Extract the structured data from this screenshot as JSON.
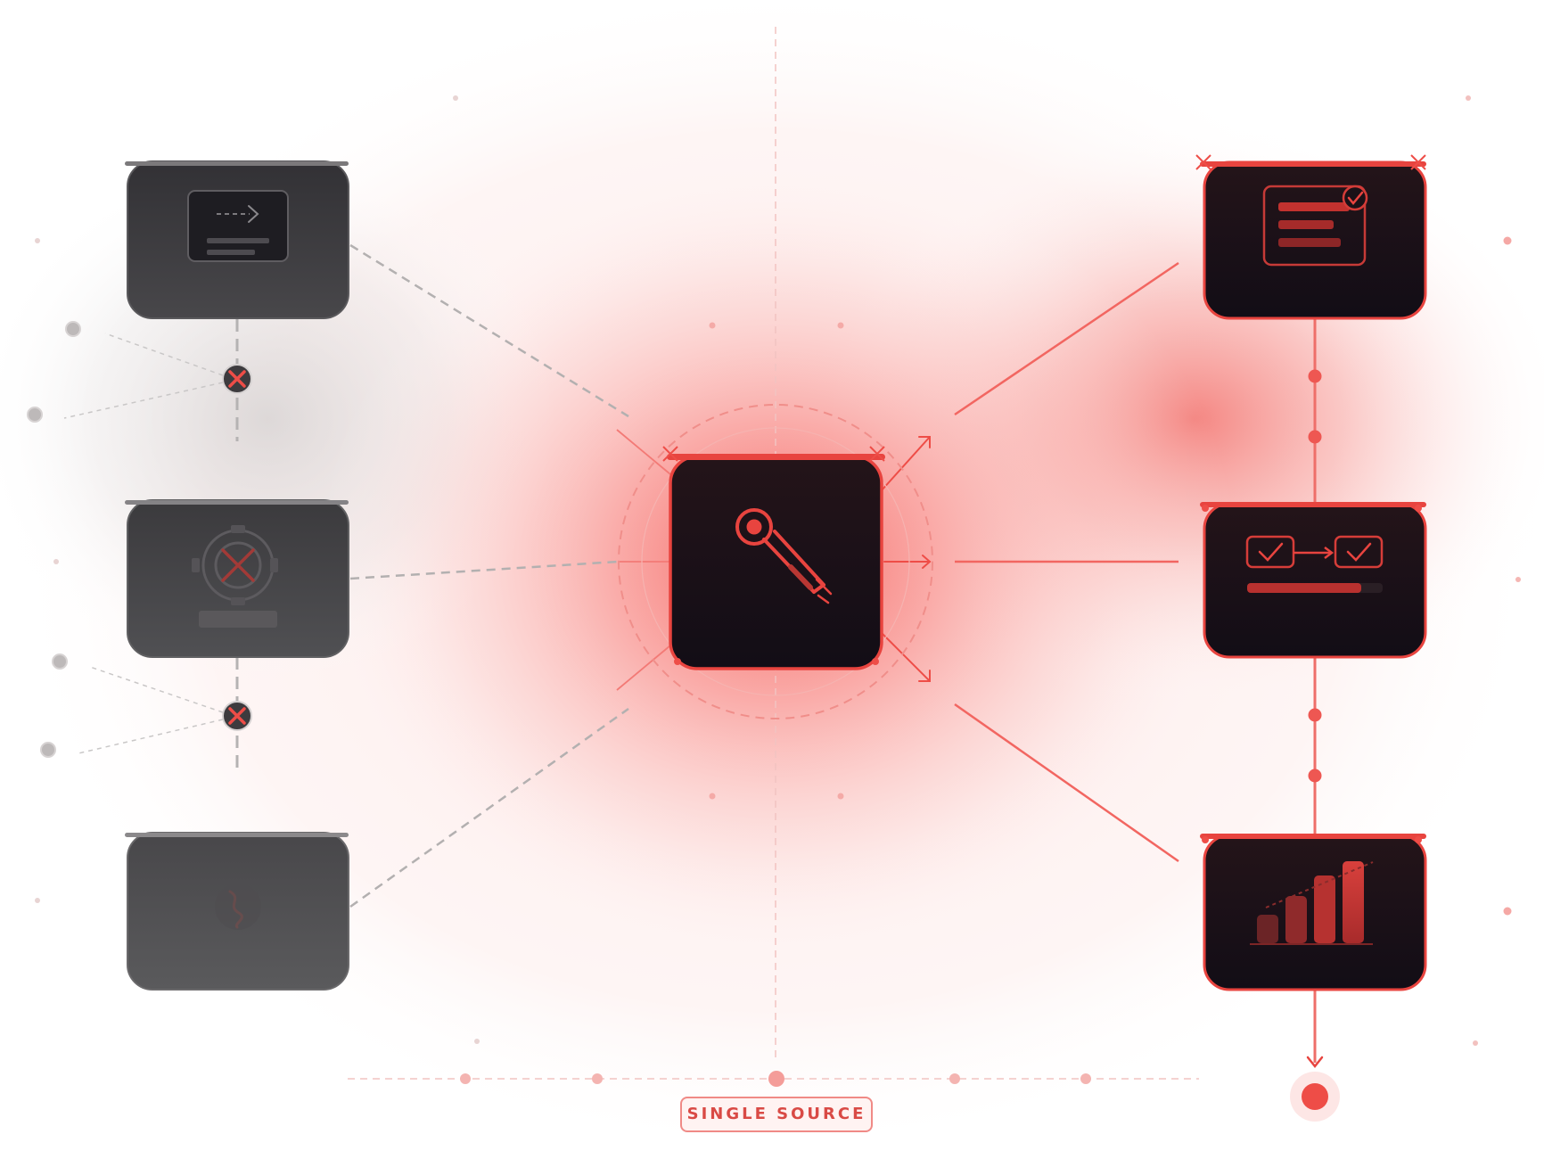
{
  "diagram": {
    "label": "SINGLE SOURCE",
    "colors": {
      "accent": "#e8443f",
      "accent_light": "#f08a86",
      "node_dark": "#17111a",
      "node_gray": "#3c3b3e",
      "gray_line": "#b9b9b9"
    },
    "legacy_nodes": [
      {
        "name": "legacy-node-terminal",
        "icon": "terminal-icon",
        "state": "blocked"
      },
      {
        "name": "legacy-node-disconnected",
        "icon": "disconnected-plug-icon",
        "state": "blocked"
      },
      {
        "name": "legacy-node-fading",
        "icon": "faded-integration-icon",
        "state": "fading"
      }
    ],
    "hub_node": {
      "name": "hub-node",
      "icon": "key-icon"
    },
    "output_nodes": [
      {
        "name": "output-node-form",
        "icon": "checked-form-icon"
      },
      {
        "name": "output-node-workflow",
        "icon": "workflow-checks-icon"
      },
      {
        "name": "output-node-growth",
        "icon": "bar-chart-growth-icon"
      }
    ],
    "blocked_markers": [
      "blocked-marker-1",
      "blocked-marker-2"
    ]
  }
}
